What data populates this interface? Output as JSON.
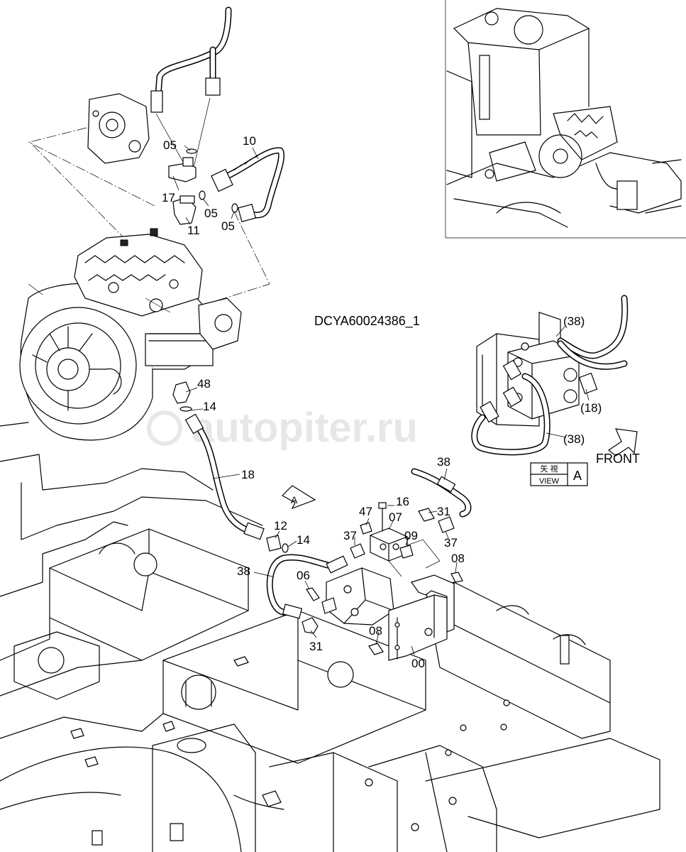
{
  "drawing_id": "DCYA60024386_1",
  "watermark": "autopiter.ru",
  "front_label": "FRONT",
  "view_box": {
    "top": "矢 視",
    "bottom": "VIEW",
    "letter": "A"
  },
  "arrow_a": "A",
  "labels": {
    "p05a": "05",
    "p10": "10",
    "p17": "17",
    "p05b": "05",
    "p05c": "05",
    "p11": "11",
    "p48": "48",
    "p14a": "14",
    "p18": "18",
    "p12": "12",
    "p14b": "14",
    "p38a": "38",
    "p06": "06",
    "p31a": "31",
    "p08a": "08",
    "p00": "00",
    "p47": "47",
    "p16": "16",
    "p07": "07",
    "p31b": "31",
    "p37a": "37",
    "p09": "09",
    "p37b": "37",
    "p38b": "38",
    "p08b": "08",
    "v38a": "(38)",
    "v18": "(18)",
    "v38b": "(38)"
  }
}
